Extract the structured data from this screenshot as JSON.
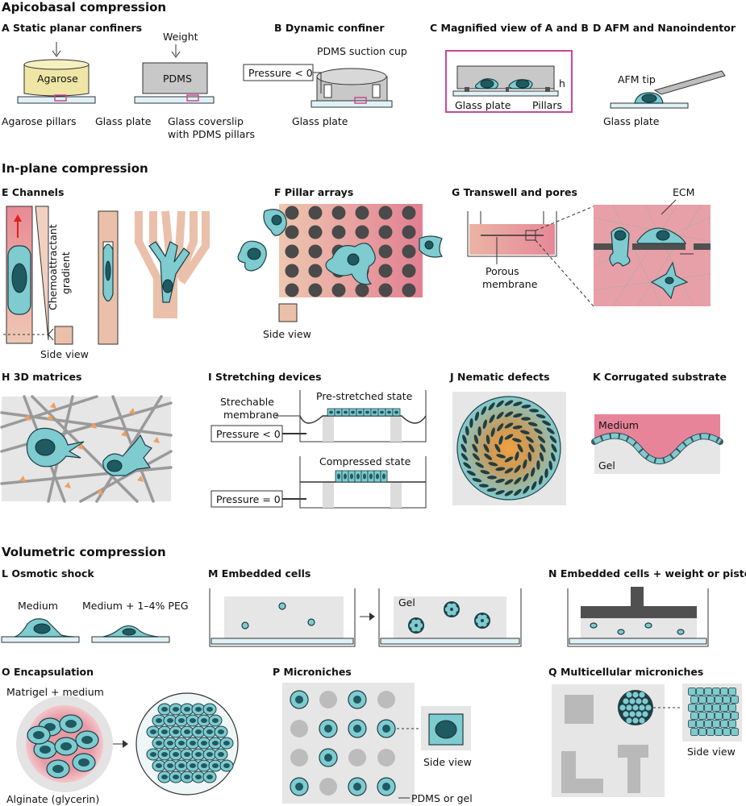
{
  "sections": {
    "apicobasal": "Apicobasal compression",
    "inplane": "In-plane compression",
    "volumetric": "Volumetric compression"
  },
  "panels": {
    "A": {
      "title": "A  Static planar confiners",
      "agarose": "Agarose",
      "pdms": "PDMS",
      "weight": "Weight",
      "agarose_pillars": "Agarose pillars",
      "glass_plate": "Glass plate",
      "coverslip_line1": "Glass coverslip",
      "coverslip_line2": "with PDMS pillars"
    },
    "B": {
      "title": "B  Dynamic confiner",
      "suction": "PDMS suction cup",
      "pressure": "Pressure < 0",
      "glass_plate": "Glass plate"
    },
    "C": {
      "title": "C  Magnified view of A and B",
      "glass_plate": "Glass plate",
      "pillars": "Pillars",
      "h": "h"
    },
    "D": {
      "title": "D  AFM and Nanoindentor",
      "tip": "AFM tip",
      "glass_plate": "Glass plate"
    },
    "E": {
      "title": "E  Channels",
      "gradient_line1": "Chemoattractant",
      "gradient_line2": "gradient",
      "side_view": "Side view"
    },
    "F": {
      "title": "F  Pillar arrays",
      "side_view": "Side view"
    },
    "G": {
      "title": "G  Transwell and pores",
      "membrane_line1": "Porous",
      "membrane_line2": "membrane",
      "ecm": "ECM"
    },
    "H": {
      "title": "H  3D matrices"
    },
    "I": {
      "title": "I  Stretching devices",
      "membrane_line1": "Strechable",
      "membrane_line2": "membrane",
      "pre": "Pre-stretched state",
      "compressed": "Compressed state",
      "pressure_neg": "Pressure < 0",
      "pressure_zero": "Pressure = 0"
    },
    "J": {
      "title": "J  Nematic defects"
    },
    "K": {
      "title": "K  Corrugated substrate",
      "medium": "Medium",
      "gel": "Gel"
    },
    "L": {
      "title": "L  Osmotic shock",
      "medium": "Medium",
      "medium_peg": "Medium + 1–4% PEG"
    },
    "M": {
      "title": "M  Embedded cells",
      "gel": "Gel"
    },
    "N": {
      "title": "N  Embedded cells + weight or piston"
    },
    "O": {
      "title": "O Encapsulation",
      "matrigel": "Matrigel + medium",
      "alginate": "Alginate (glycerin)"
    },
    "P": {
      "title": "P  Microniches",
      "side_view": "Side view",
      "pdms_gel": "PDMS or gel"
    },
    "Q": {
      "title": "Q  Multicellular microniches",
      "side_view": "Side view"
    }
  },
  "colors": {
    "cell": "#7ecbd0",
    "nucleus": "#1e5a60",
    "agarose": "#efe6a6",
    "pdms": "#c8c8c8",
    "pink": "#e07a8c",
    "peach": "#eac0aa",
    "glass": "#dff1f5",
    "highlight": "#c8489a",
    "arrow_red": "#e02020",
    "orange": "#f0a060"
  }
}
